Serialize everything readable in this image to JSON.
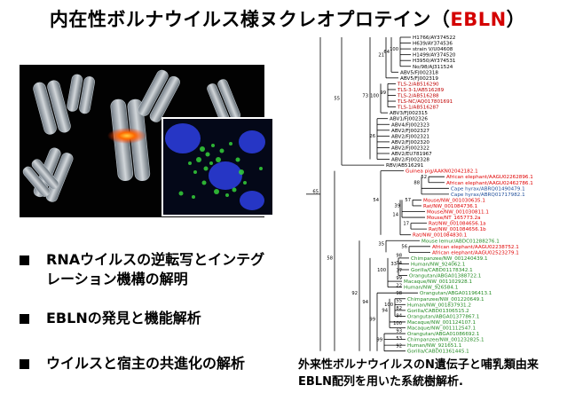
{
  "title": {
    "main": "内在性ボルナウイルス様ヌクレオプロテイン（",
    "accent": "EBLN",
    "close": "）"
  },
  "bullets": [
    {
      "line1": "RNAウイルスの逆転写とインテグ",
      "line2": "レーション機構の解明"
    },
    {
      "line1": "EBLNの発見と機能解析"
    },
    {
      "line1": "ウイルスと宿主の共進化の解析"
    }
  ],
  "caption": {
    "line1": "外来性ボルナウイルスのN遺伝子と哺乳類由来",
    "line2": "EBLN配列を用いた系統樹解析."
  },
  "colors": {
    "virus": "#000000",
    "tls": "#c00000",
    "red_ebln": "#e00000",
    "blue_ebln": "#1f4e9a",
    "green_ebln": "#228b22"
  },
  "tree": {
    "leaves": [
      {
        "label": "H1766/AY374522",
        "color": "virus"
      },
      {
        "label": "H639/AY374536",
        "color": "virus"
      },
      {
        "label": "strain V/U04608",
        "color": "virus"
      },
      {
        "label": "H1499/AY374520",
        "color": "virus"
      },
      {
        "label": "H3950/AY374531",
        "color": "virus"
      },
      {
        "label": "No/98/AJ311524",
        "color": "virus"
      },
      {
        "label": "ABV5/FJ002318",
        "color": "virus"
      },
      {
        "label": "ABV5/FJ002319",
        "color": "virus"
      },
      {
        "label": "TLS-2/AB516290",
        "color": "tls"
      },
      {
        "label": "TLS-3-1/AB516289",
        "color": "tls"
      },
      {
        "label": "TLS-2/AB516288",
        "color": "tls"
      },
      {
        "label": "TLS-NC/AQ017801691",
        "color": "tls"
      },
      {
        "label": "TLS-1/AB516287",
        "color": "tls"
      },
      {
        "label": "ABV3/FJ002315",
        "color": "virus"
      },
      {
        "label": "ABV1/FJ002326",
        "color": "virus"
      },
      {
        "label": "ABV4/FJ002323",
        "color": "virus"
      },
      {
        "label": "ABV2/FJ002327",
        "color": "virus"
      },
      {
        "label": "ABV2/FJ002321",
        "color": "virus"
      },
      {
        "label": "ABV2/FJ002320",
        "color": "virus"
      },
      {
        "label": "ABV2/FJ002322",
        "color": "virus"
      },
      {
        "label": "ABV2/EU781967",
        "color": "virus"
      },
      {
        "label": "ABV2/FJ002328",
        "color": "virus"
      },
      {
        "label": "RBV/AB516291",
        "color": "virus"
      },
      {
        "label": "Guinea pig/AAKN02042182.1",
        "color": "red_ebln"
      },
      {
        "label": "African elephant/AAGU02262896.1",
        "color": "red_ebln"
      },
      {
        "label": "African elephant/AAGU02462786.1",
        "color": "red_ebln"
      },
      {
        "label": "Cape hyrax/ABRQ01490479.1",
        "color": "blue_ebln"
      },
      {
        "label": "Cape hyrax/ABRQ01717982.1",
        "color": "blue_ebln"
      },
      {
        "label": "Mouse/NW_001030635.1",
        "color": "red_ebln"
      },
      {
        "label": "Rat/NW_001084736.1",
        "color": "red_ebln"
      },
      {
        "label": "Mouse/NW_001030811.1",
        "color": "red_ebln"
      },
      {
        "label": "Mouse/NT_165773.2a",
        "color": "red_ebln"
      },
      {
        "label": "Rat/NW_001084656.1a",
        "color": "red_ebln"
      },
      {
        "label": "Rat/NW_001084656.1b",
        "color": "red_ebln"
      },
      {
        "label": "Rat/NW_001084830.1",
        "color": "red_ebln"
      },
      {
        "label": "Mouse lemur/ABDC01288276.1",
        "color": "green_ebln"
      },
      {
        "label": "African elephant/AAGU02238752.1",
        "color": "red_ebln"
      },
      {
        "label": "African elephant/AAGU02523279.1",
        "color": "red_ebln"
      },
      {
        "label": "Chimpanzee/NW_001240439.1",
        "color": "green_ebln"
      },
      {
        "label": "Human/NW_924062.1",
        "color": "green_ebln"
      },
      {
        "label": "Gorilla/CABD01178342.1",
        "color": "green_ebln"
      },
      {
        "label": "Orangutan/ABGA01388722.1",
        "color": "green_ebln"
      },
      {
        "label": "Macaque/NW_001102928.1",
        "color": "green_ebln"
      },
      {
        "label": "Human/NW_926584.1",
        "color": "green_ebln"
      },
      {
        "label": "Orangutan/ABGA01196413.1",
        "color": "green_ebln"
      },
      {
        "label": "Chimpanzee/NW_001220649.1",
        "color": "green_ebln"
      },
      {
        "label": "Human/NW_001837931.2",
        "color": "green_ebln"
      },
      {
        "label": "Gorilla/CABD01306515.2",
        "color": "green_ebln"
      },
      {
        "label": "Orangutan/ABGA01377867.1",
        "color": "green_ebln"
      },
      {
        "label": "Macaque/NW_001124107.1",
        "color": "green_ebln"
      },
      {
        "label": "Macaque/NW_001112547.1",
        "color": "green_ebln"
      },
      {
        "label": "Orangutan/ABGA01086692.1",
        "color": "green_ebln"
      },
      {
        "label": "Chimpanzee/NW_001232825.1",
        "color": "green_ebln"
      },
      {
        "label": "Human/NW_921651.1",
        "color": "green_ebln"
      },
      {
        "label": "Gorilla/CABD01361445.1",
        "color": "green_ebln"
      }
    ],
    "support_values": [
      "100",
      "64",
      "21",
      "99",
      "100",
      "26",
      "73",
      "55",
      "52",
      "88",
      "57",
      "39",
      "17",
      "14",
      "54",
      "56",
      "35",
      "33",
      "100",
      "100",
      "94",
      "99",
      "99",
      "94",
      "92",
      "58",
      "65",
      "98",
      "74",
      "37",
      "99",
      "22",
      "98",
      "55",
      "82",
      "94",
      "100",
      "93",
      "53",
      "92"
    ]
  }
}
